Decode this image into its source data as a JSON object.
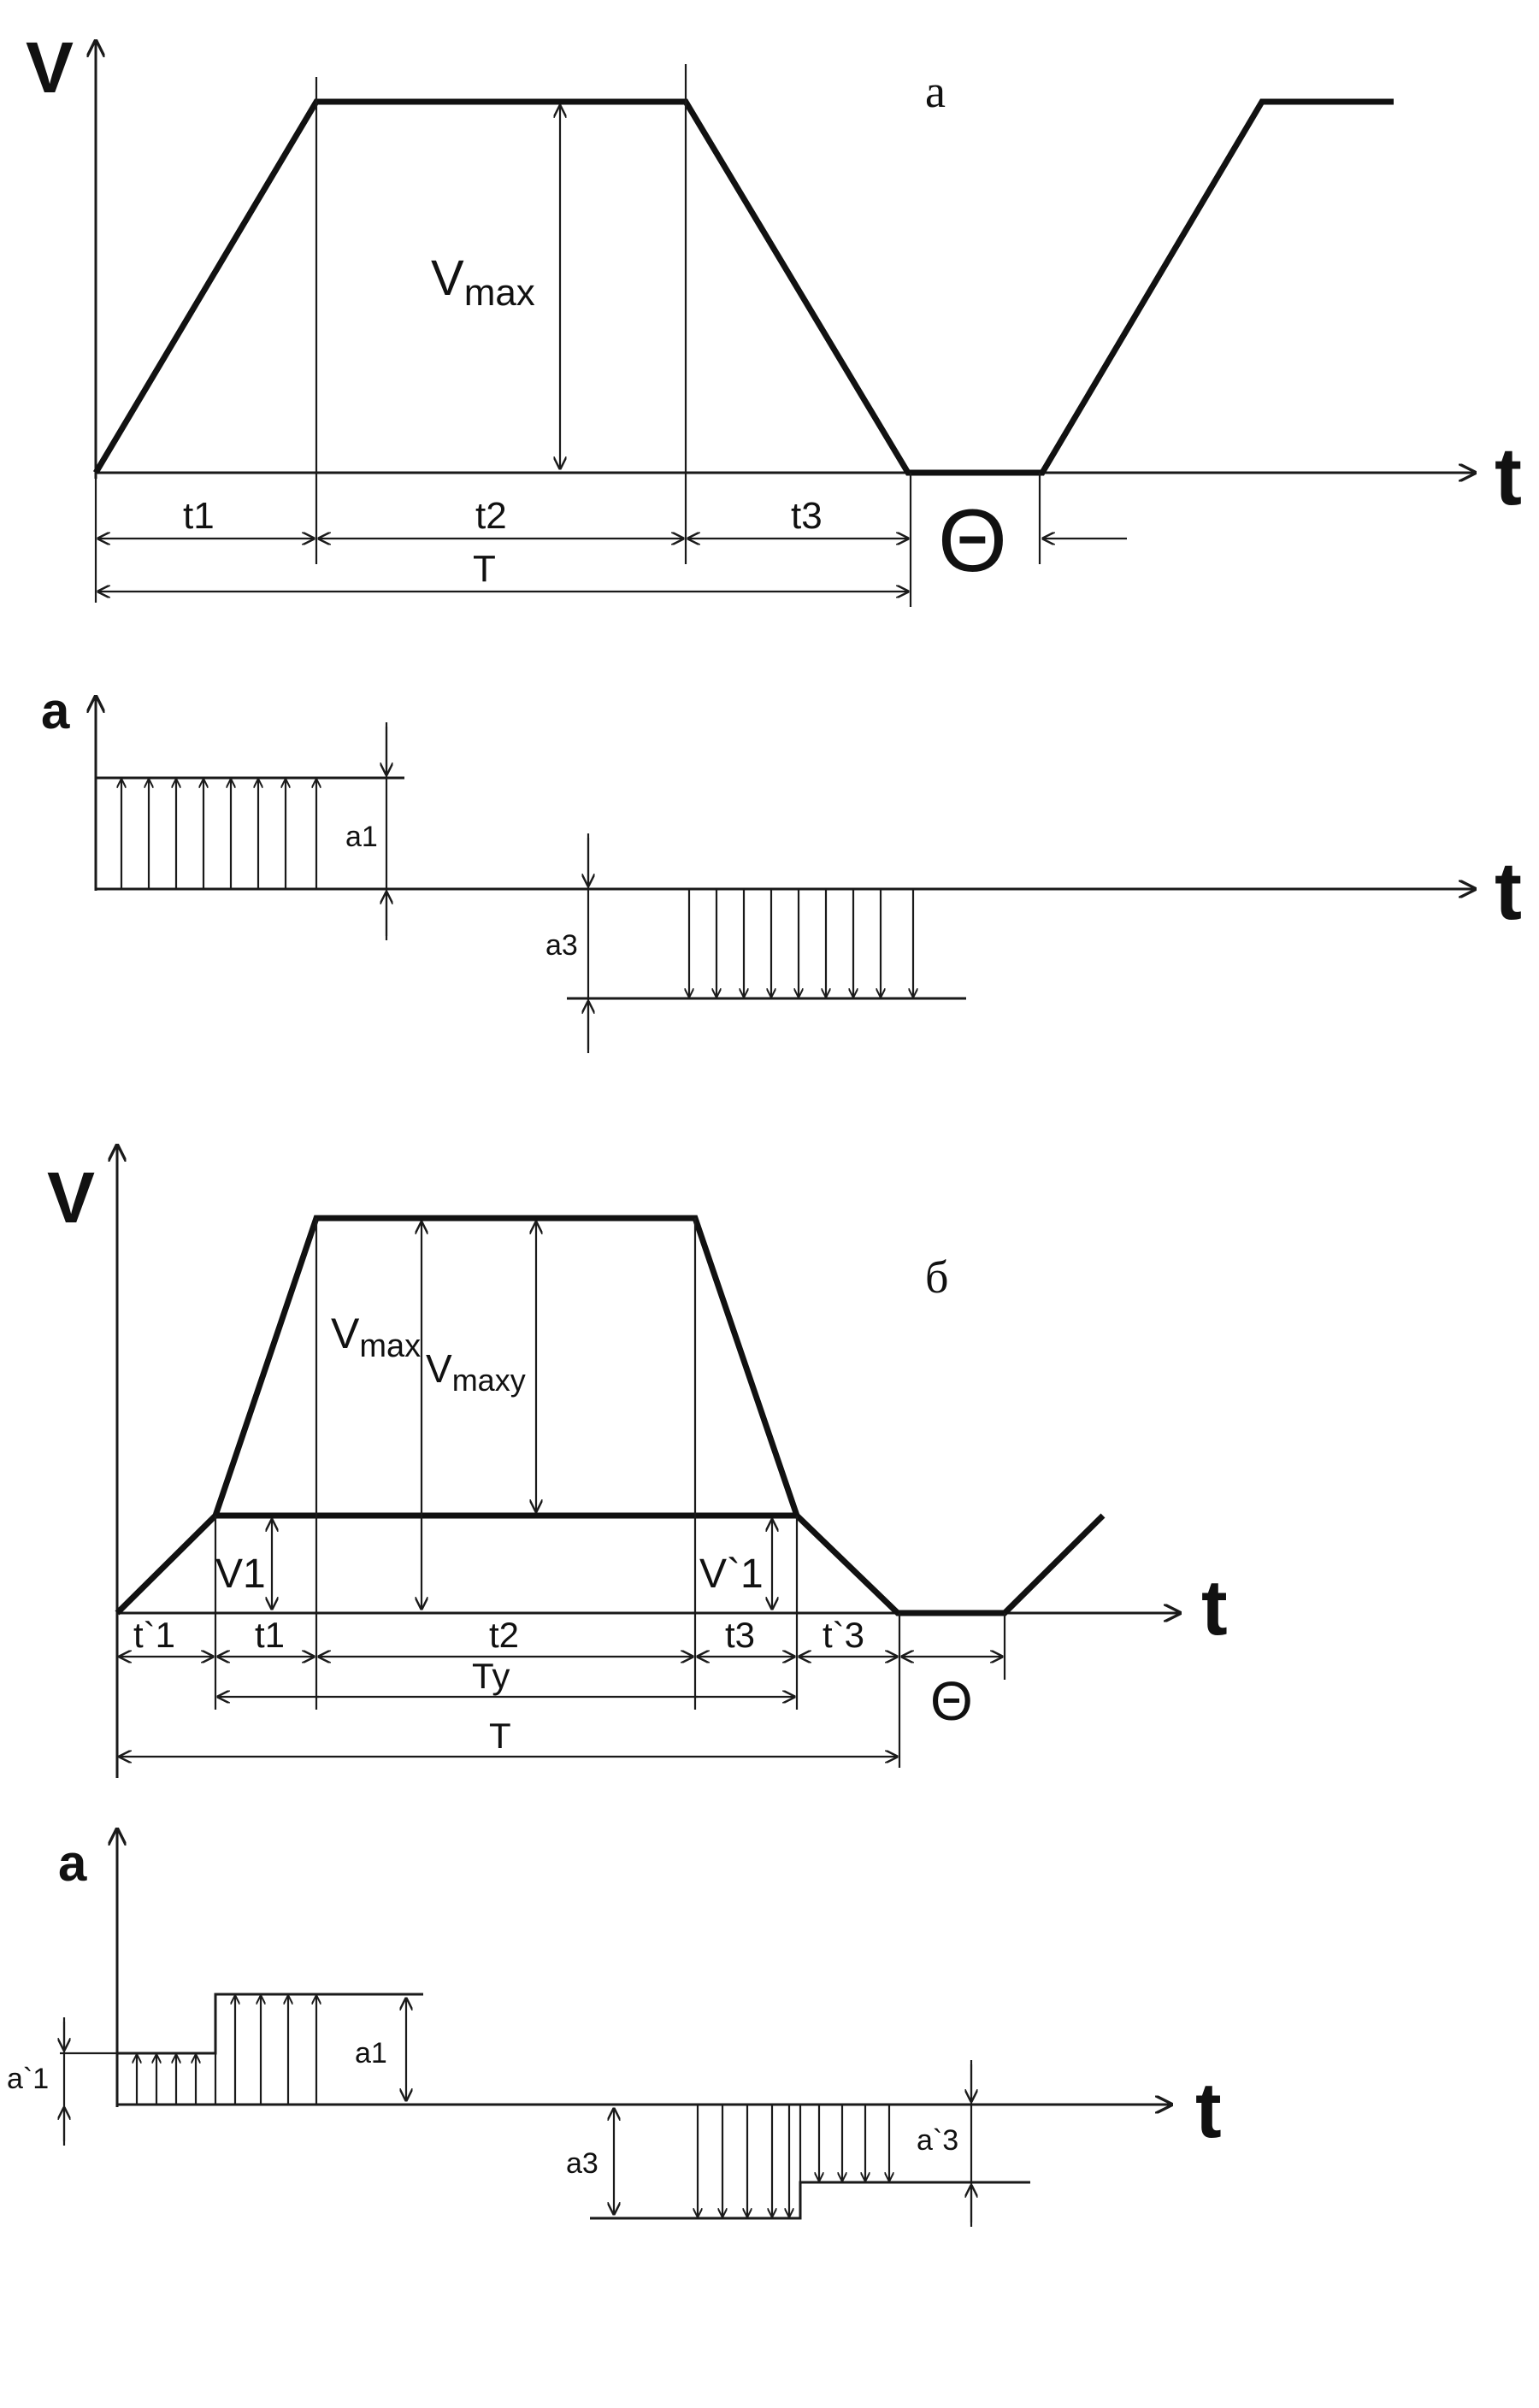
{
  "panel_a": {
    "tag": "а",
    "velocity": {
      "axis_v": "V",
      "axis_t": "t",
      "vmax_base": "V",
      "vmax_sub": "max",
      "t1": "t1",
      "t2": "t2",
      "t3": "t3",
      "theta": "Θ",
      "T": "T"
    },
    "accel": {
      "axis_a": "a",
      "axis_t": "t",
      "a1": "a1",
      "a3": "a3"
    }
  },
  "panel_b": {
    "tag": "б",
    "velocity": {
      "axis_v": "V",
      "axis_t": "t",
      "vmax_base": "V",
      "vmax_sub": "max",
      "vmaxy_base": "V",
      "vmaxy_sub": "maxy",
      "v1": "V1",
      "v1p": "V`1",
      "tp1": "t`1",
      "t1": "t1",
      "t2": "t2",
      "t3": "t3",
      "tp3": "t`3",
      "Ty": "Ty",
      "T": "T",
      "theta": "Θ"
    },
    "accel": {
      "axis_a": "a",
      "axis_t": "t",
      "ap1": "a`1",
      "a1": "a1",
      "a3": "a3",
      "ap3": "a`3"
    }
  }
}
